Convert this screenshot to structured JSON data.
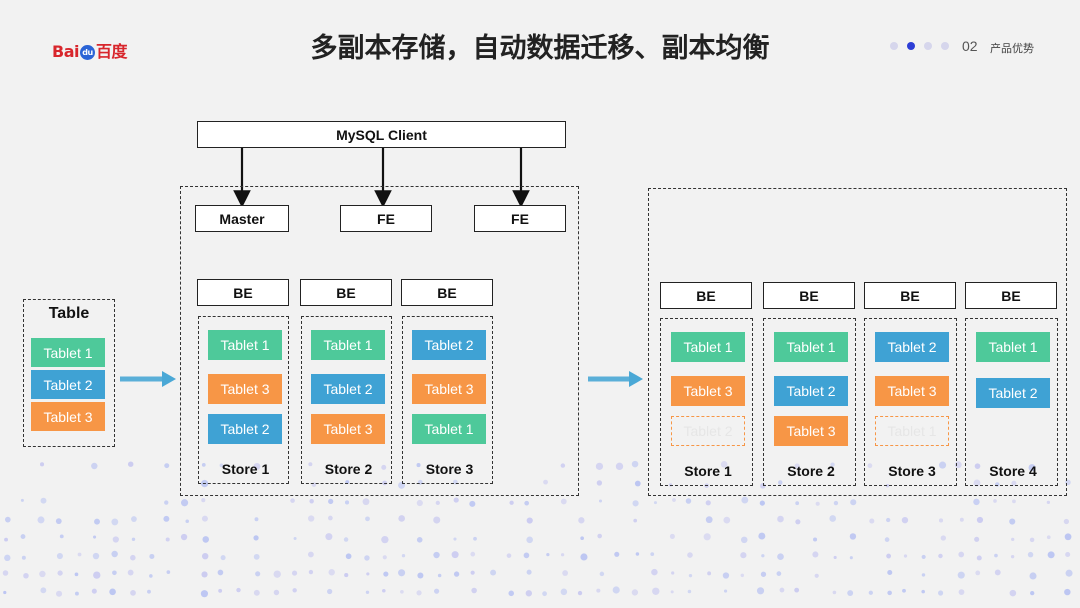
{
  "header": {
    "logo_text": "Bai百度",
    "logo_left": "Bai",
    "logo_paw": "du",
    "logo_right": "百度",
    "title": "多副本存储，自动数据迁移、副本均衡",
    "page_number": "02",
    "section_label": "产品优势",
    "pager_dots": 4,
    "pager_active_index": 1
  },
  "colors": {
    "green": "#4ec99a",
    "blue": "#3fa2d4",
    "orange": "#f79646",
    "arrow": "#4aa8d6",
    "accent": "#2d3ed6"
  },
  "table": {
    "title": "Table",
    "tablets": [
      {
        "label": "Tablet 1",
        "color": "green"
      },
      {
        "label": "Tablet 2",
        "color": "blue"
      },
      {
        "label": "Tablet 3",
        "color": "orange"
      }
    ]
  },
  "cluster": {
    "client": "MySQL Client",
    "fe_nodes": [
      "Master",
      "FE",
      "FE"
    ],
    "be_label": "BE",
    "stores": [
      {
        "name": "Store 1",
        "tablets": [
          {
            "label": "Tablet 1",
            "color": "green"
          },
          {
            "label": "Tablet 3",
            "color": "orange"
          },
          {
            "label": "Tablet 2",
            "color": "blue"
          }
        ]
      },
      {
        "name": "Store 2",
        "tablets": [
          {
            "label": "Tablet 1",
            "color": "green"
          },
          {
            "label": "Tablet 2",
            "color": "blue"
          },
          {
            "label": "Tablet 3",
            "color": "orange"
          }
        ]
      },
      {
        "name": "Store 3",
        "tablets": [
          {
            "label": "Tablet 2",
            "color": "blue"
          },
          {
            "label": "Tablet 3",
            "color": "orange"
          },
          {
            "label": "Tablet 1",
            "color": "green"
          }
        ]
      }
    ]
  },
  "rebalanced": {
    "be_label": "BE",
    "stores": [
      {
        "name": "Store 1",
        "tablets": [
          {
            "label": "Tablet 1",
            "color": "green"
          },
          {
            "label": "Tablet 3",
            "color": "orange"
          },
          {
            "label": "Tablet 2",
            "color": "ghost"
          }
        ]
      },
      {
        "name": "Store 2",
        "tablets": [
          {
            "label": "Tablet 1",
            "color": "green"
          },
          {
            "label": "Tablet 2",
            "color": "blue"
          },
          {
            "label": "Tablet 3",
            "color": "orange"
          }
        ]
      },
      {
        "name": "Store 3",
        "tablets": [
          {
            "label": "Tablet 2",
            "color": "blue"
          },
          {
            "label": "Tablet 3",
            "color": "orange"
          },
          {
            "label": "Tablet 1",
            "color": "ghost"
          }
        ]
      },
      {
        "name": "Store 4",
        "tablets": [
          {
            "label": "Tablet 1",
            "color": "green"
          },
          {
            "label": "Tablet 2",
            "color": "blue"
          }
        ]
      }
    ]
  }
}
